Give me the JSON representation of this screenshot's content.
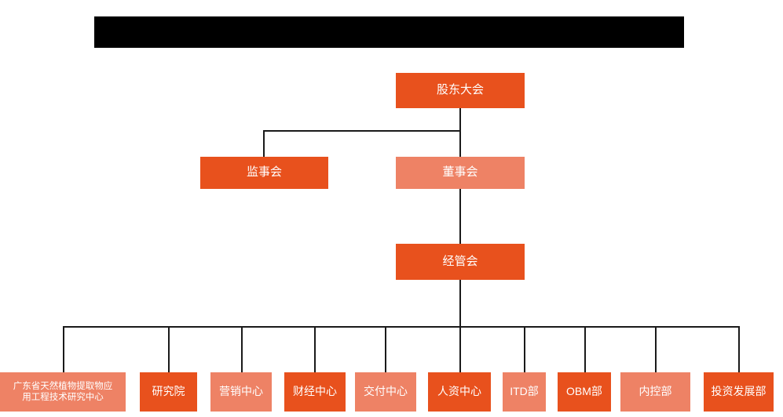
{
  "page": {
    "title_bar": {
      "name": "redacted-title-bar",
      "text": ""
    },
    "background_color": "#ffffff",
    "line_color": "#1a1a1a"
  },
  "colors": {
    "dark_orange": "#E8511D",
    "light_orange": "#EE8265",
    "text": "#ffffff",
    "black": "#000000"
  },
  "chart_data": {
    "type": "diagram",
    "subtype": "organization-chart",
    "title": "",
    "orientation": "top-down",
    "levels": 4,
    "nodes": [
      {
        "id": "n1",
        "label": "股东大会",
        "level": 1,
        "style": "dark",
        "parent": null
      },
      {
        "id": "n2",
        "label": "监事会",
        "level": 2,
        "style": "dark",
        "parent": "n1"
      },
      {
        "id": "n3",
        "label": "董事会",
        "level": 2,
        "style": "light",
        "parent": "n1"
      },
      {
        "id": "n4",
        "label": "经管会",
        "level": 3,
        "style": "dark",
        "parent": "n3"
      },
      {
        "id": "d1",
        "label": "广东省天然植物提取物应\n用工程技术研究中心",
        "level": 4,
        "style": "light",
        "parent": "n4"
      },
      {
        "id": "d2",
        "label": "研究院",
        "level": 4,
        "style": "dark",
        "parent": "n4"
      },
      {
        "id": "d3",
        "label": "营销中心",
        "level": 4,
        "style": "light",
        "parent": "n4"
      },
      {
        "id": "d4",
        "label": "财经中心",
        "level": 4,
        "style": "dark",
        "parent": "n4"
      },
      {
        "id": "d5",
        "label": "交付中心",
        "level": 4,
        "style": "light",
        "parent": "n4"
      },
      {
        "id": "d6",
        "label": "人资中心",
        "level": 4,
        "style": "dark",
        "parent": "n4"
      },
      {
        "id": "d7",
        "label": "ITD部",
        "level": 4,
        "style": "light",
        "parent": "n4"
      },
      {
        "id": "d8",
        "label": "OBM部",
        "level": 4,
        "style": "dark",
        "parent": "n4"
      },
      {
        "id": "d9",
        "label": "内控部",
        "level": 4,
        "style": "light",
        "parent": "n4"
      },
      {
        "id": "d10",
        "label": "投资发展部",
        "level": 4,
        "style": "dark",
        "parent": "n4"
      }
    ]
  }
}
